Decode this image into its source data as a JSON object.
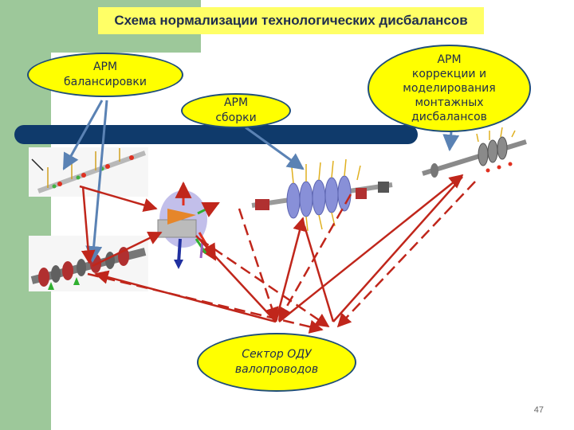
{
  "title": "Схема нормализации технологических дисбалансов",
  "nodes": {
    "balancing": "АРМ\nбалансировки",
    "assembly": "АРМ\nсборки",
    "correction": "АРМ\nкоррекции и\nмоделирования\nмонтажных\nдисбалансов",
    "sector": "Сектор ОДУ\nвалопроводов"
  },
  "page_number": "47",
  "colors": {
    "sidebar": "#9dc89a",
    "title_bg": "#ffff66",
    "oval_fill": "#ffff00",
    "band": "#0f3a6b",
    "arrow_red": "#c0261b",
    "arrow_blue": "#5a82b4"
  }
}
